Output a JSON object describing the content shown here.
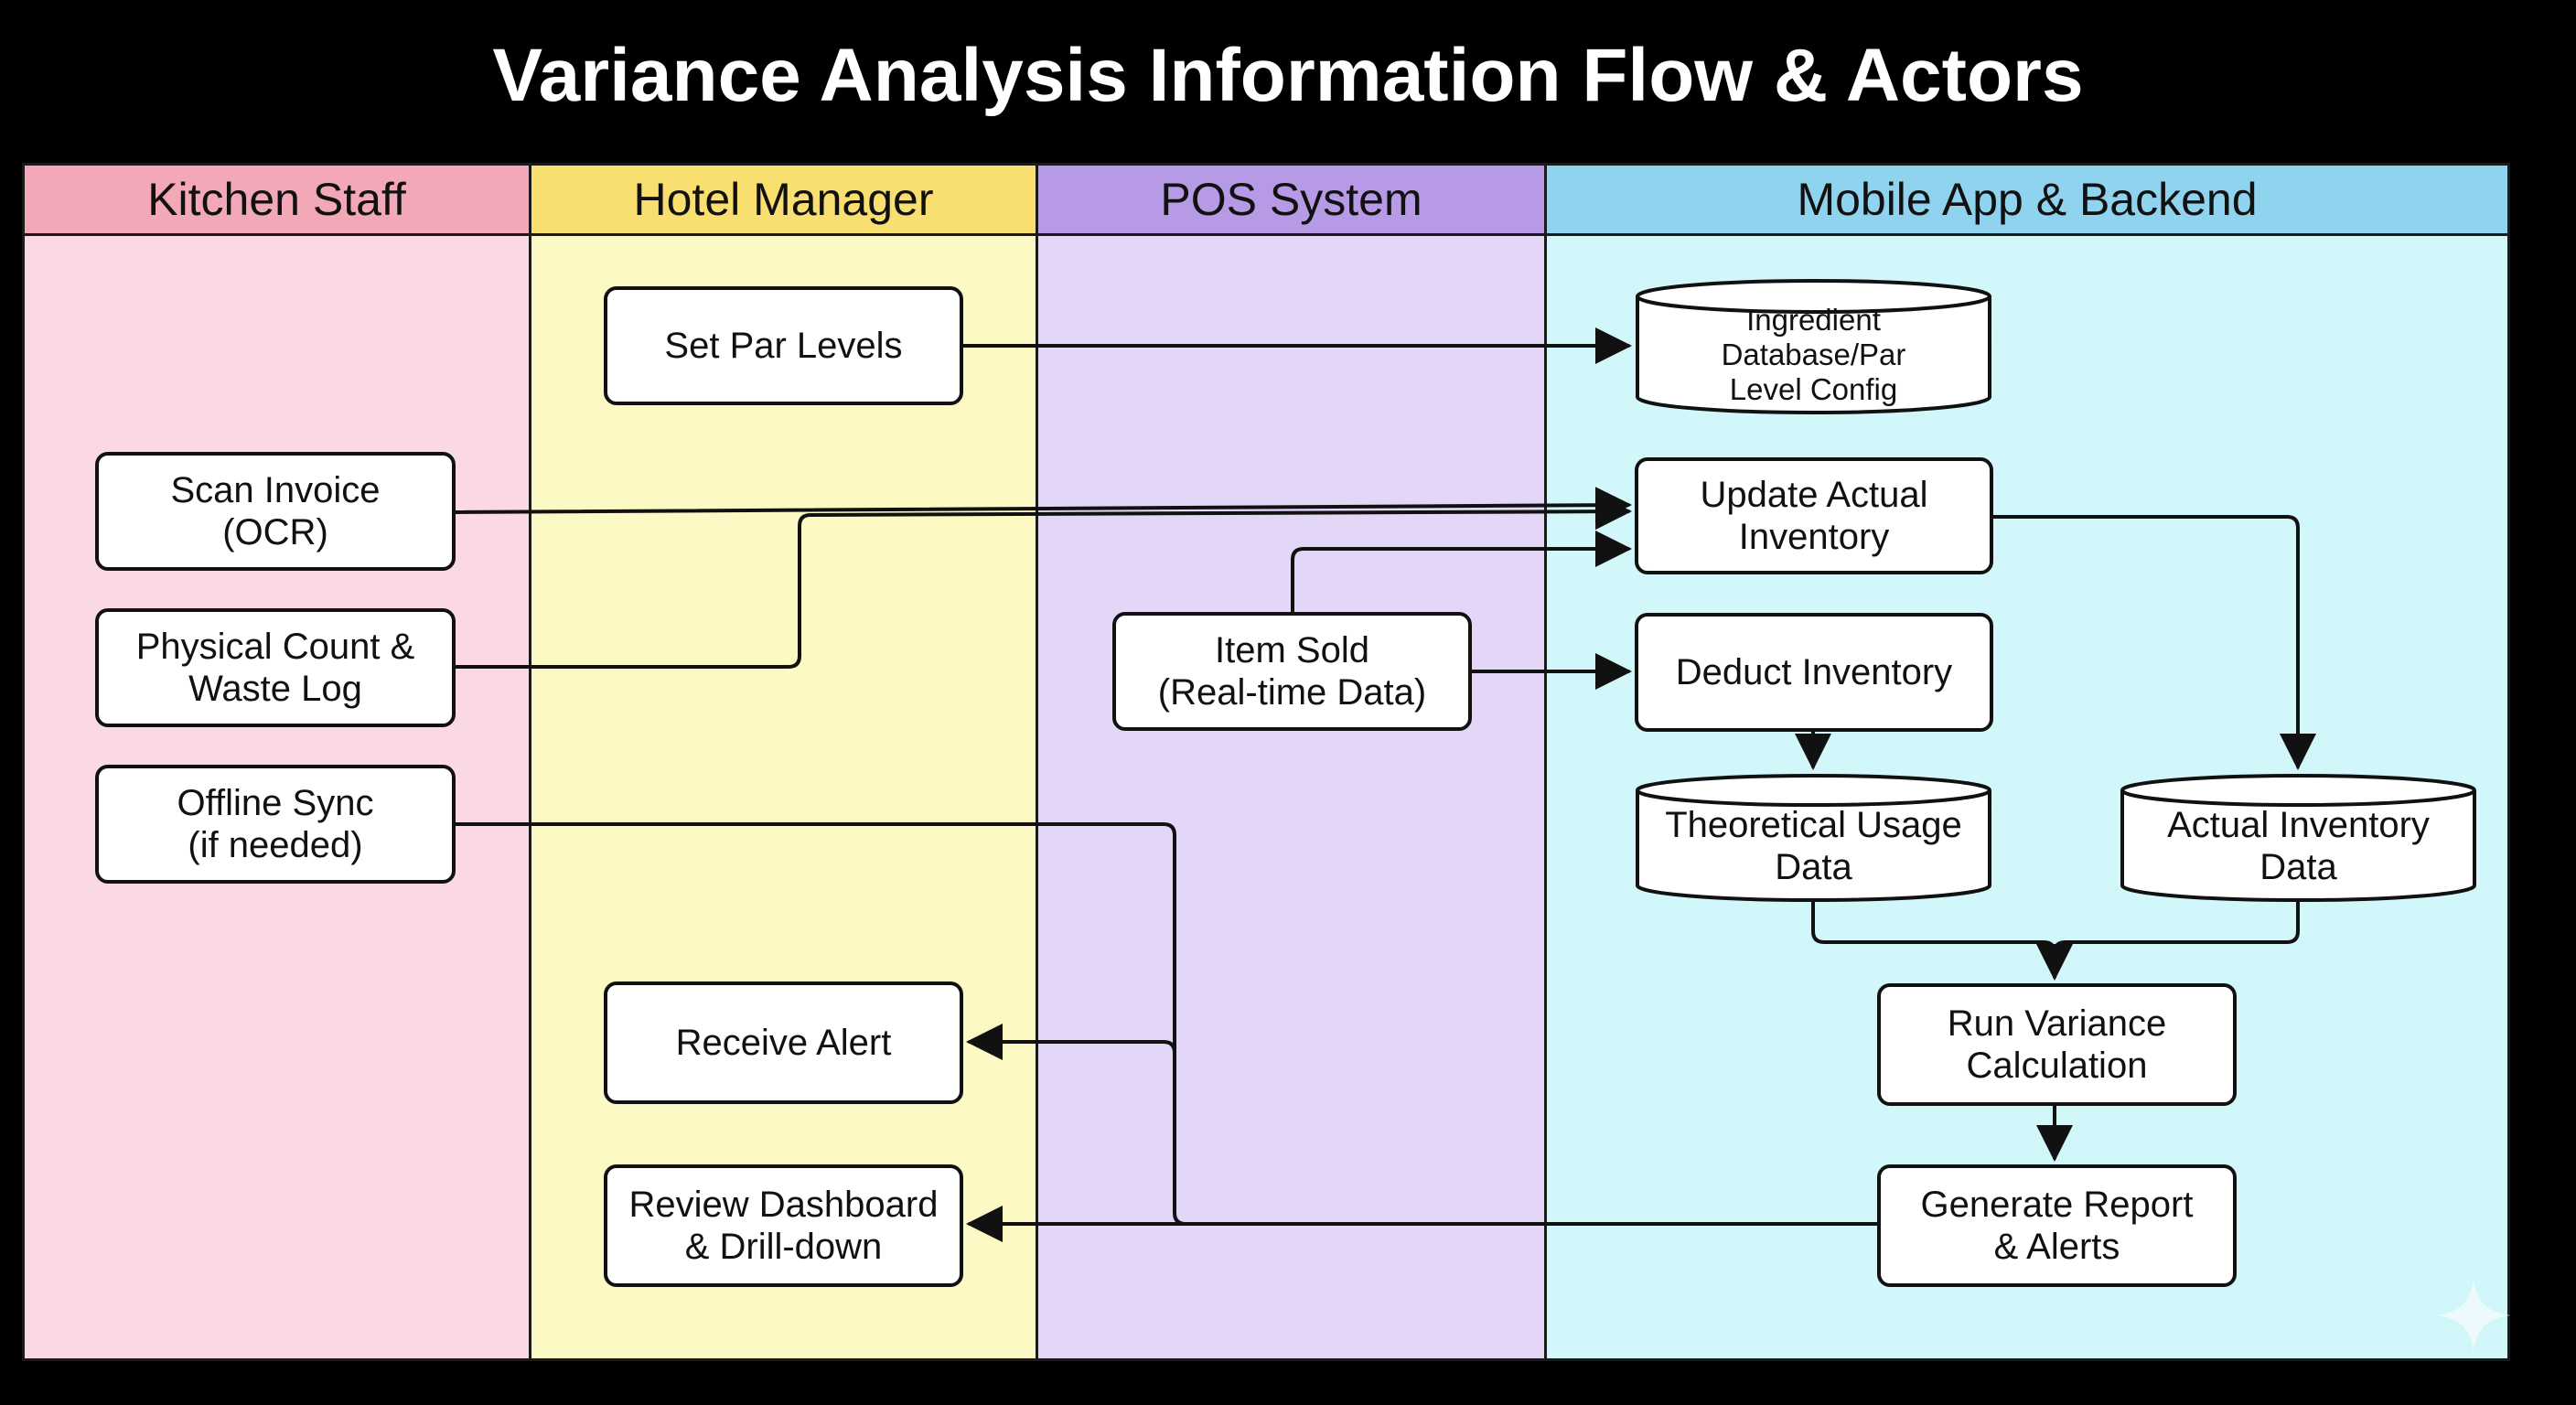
{
  "title": "Variance Analysis Information Flow & Actors",
  "lanes": {
    "kitchen": "Kitchen Staff",
    "manager": "Hotel Manager",
    "pos": "POS System",
    "mobile": "Mobile App & Backend"
  },
  "nodes": {
    "set_par": "Set Par Levels",
    "scan_invoice": "Scan Invoice\n(OCR)",
    "physical_count": "Physical Count &\nWaste Log",
    "offline_sync": "Offline Sync\n(if needed)",
    "item_sold": "Item Sold\n(Real-time Data)",
    "receive_alert": "Receive Alert",
    "review_dashboard": "Review Dashboard\n& Drill-down",
    "ingredient_db": "Ingredient\nDatabase/Par\nLevel Config",
    "update_inventory": "Update Actual\nInventory",
    "deduct_inventory": "Deduct Inventory",
    "theoretical_usage": "Theoretical Usage\nData",
    "actual_inventory": "Actual Inventory\nData",
    "run_variance": "Run Variance\nCalculation",
    "generate_report": "Generate Report\n& Alerts"
  },
  "colors": {
    "background": "#000000",
    "kitchen_header": "#f2a8b6",
    "kitchen_body": "#fbd9e2",
    "manager_header": "#f8df70",
    "manager_body": "#fdf9c4",
    "pos_header": "#b79ae6",
    "pos_body": "#e3d6f7",
    "mobile_header": "#8fd3ee",
    "mobile_body": "#d2f7fa",
    "stroke": "#111111"
  },
  "icons": [
    "sparkle-icon"
  ]
}
